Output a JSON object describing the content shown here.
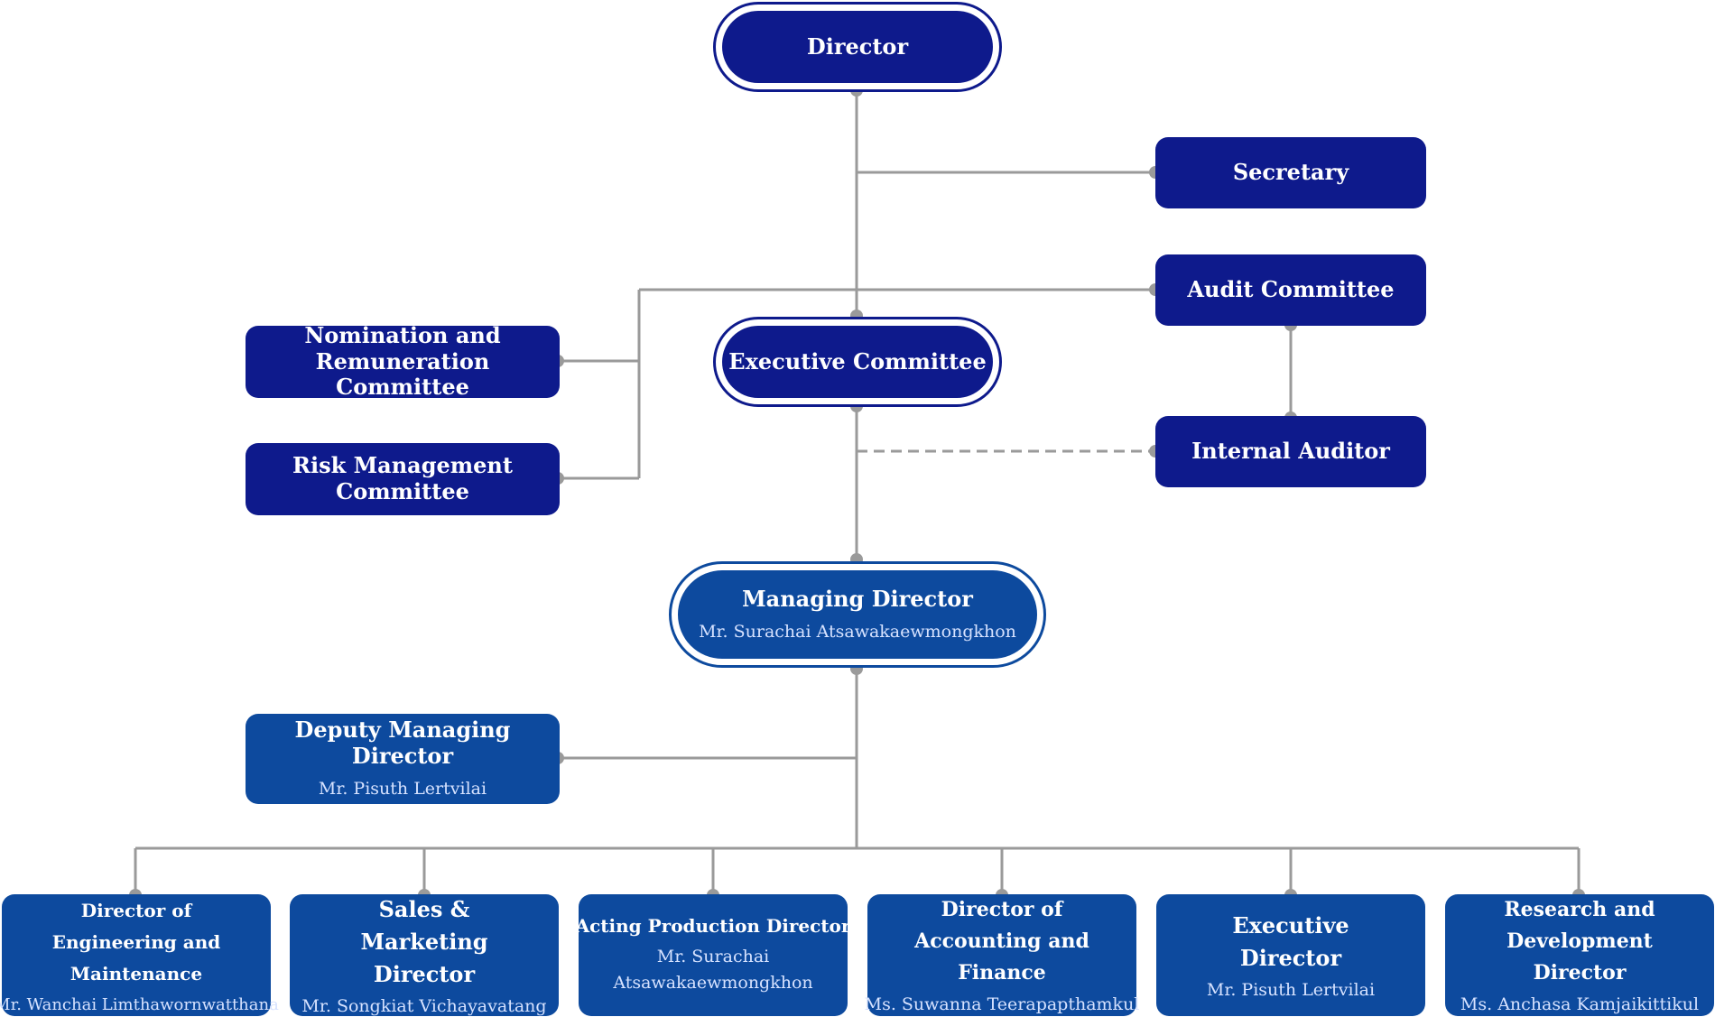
{
  "nodes": {
    "director": {
      "title": "Director"
    },
    "secretary": {
      "title": "Secretary"
    },
    "audit_committee": {
      "title": "Audit Committee"
    },
    "nomination_committee": {
      "title": "Nomination and Remuneration Committee"
    },
    "executive_committee": {
      "title": "Executive Committee"
    },
    "risk_committee": {
      "title": "Risk Management Committee"
    },
    "internal_auditor": {
      "title": "Internal Auditor"
    },
    "managing_director": {
      "title": "Managing Director",
      "name": "Mr. Surachai Atsawakaewmongkhon"
    },
    "deputy_md": {
      "title": "Deputy Managing Director",
      "name": "Mr. Pisuth Lertvilai"
    },
    "engineering": {
      "title": "Director of Engineering and Maintenance",
      "name": "Mr. Wanchai Limthawornwatthana"
    },
    "sales": {
      "title": "Sales & Marketing Director",
      "name": "Mr. Songkiat Vichayavatang"
    },
    "production": {
      "title": "Acting Production Director",
      "name": "Mr. Surachai Atsawakaewmongkhon"
    },
    "accounting": {
      "title": "Director of Accounting and Finance",
      "name": "Ms. Suwanna Teerapapthamkul"
    },
    "executive_director": {
      "title": "Executive Director",
      "name": "Mr. Pisuth Lertvilai"
    },
    "rnd": {
      "title": "Research and Development Director",
      "name": "Ms. Anchasa Kamjaikittikul"
    }
  },
  "colors": {
    "dark": "#0e1a8c",
    "mid": "#0d4a9e",
    "line": "#9a9a9a",
    "subtitle": "#d6e2ff"
  }
}
